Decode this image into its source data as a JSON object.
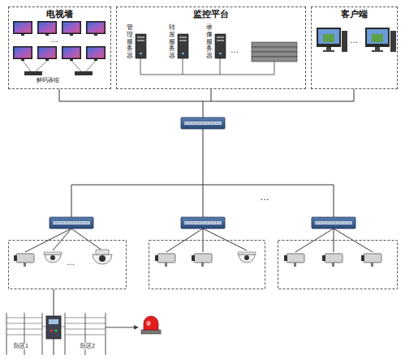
{
  "diagram": {
    "nodes": [
      {
        "text": [
          "电视墙"
        ]
      },
      {
        "text": [
          "监控平台"
        ]
      },
      {
        "text": [
          "客户端"
        ]
      }
    ],
    "labels": [
      "…",
      "解码器组",
      "管理服务器",
      "转发服务器",
      "录像服务器",
      "…",
      "…",
      "…",
      "…",
      "防区1",
      "防区2"
    ]
  }
}
